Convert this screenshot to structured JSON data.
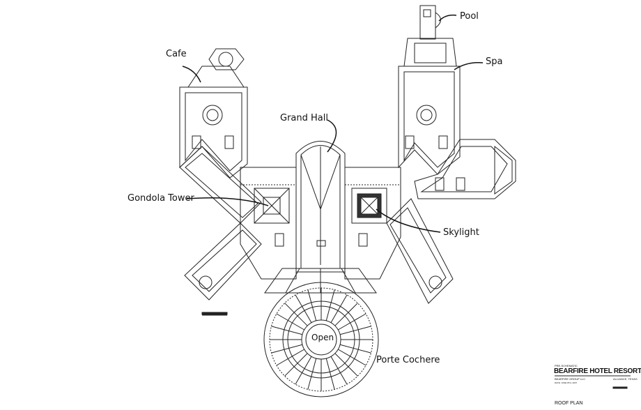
{
  "labels": {
    "cafe": "Cafe",
    "pool": "Pool",
    "spa": "Spa",
    "grand_hall": "Grand Hall",
    "gondola_tower": "Gondola Tower",
    "skylight": "Skylight",
    "open": "Open",
    "porte_cochere": "Porte Cochere"
  },
  "title_block": {
    "phase": "PRE-SCHEMATIC",
    "project": "BEARFIRE HOTEL RESORT",
    "client": "BEARFIRE GROUP LLC",
    "location": "ALLIANCE, TEXAS",
    "date": "DATE: JUNE 8TH, 2007",
    "sheet": "ROOF PLAN"
  },
  "colors": {
    "ink": "#111111",
    "paper": "#ffffff"
  }
}
